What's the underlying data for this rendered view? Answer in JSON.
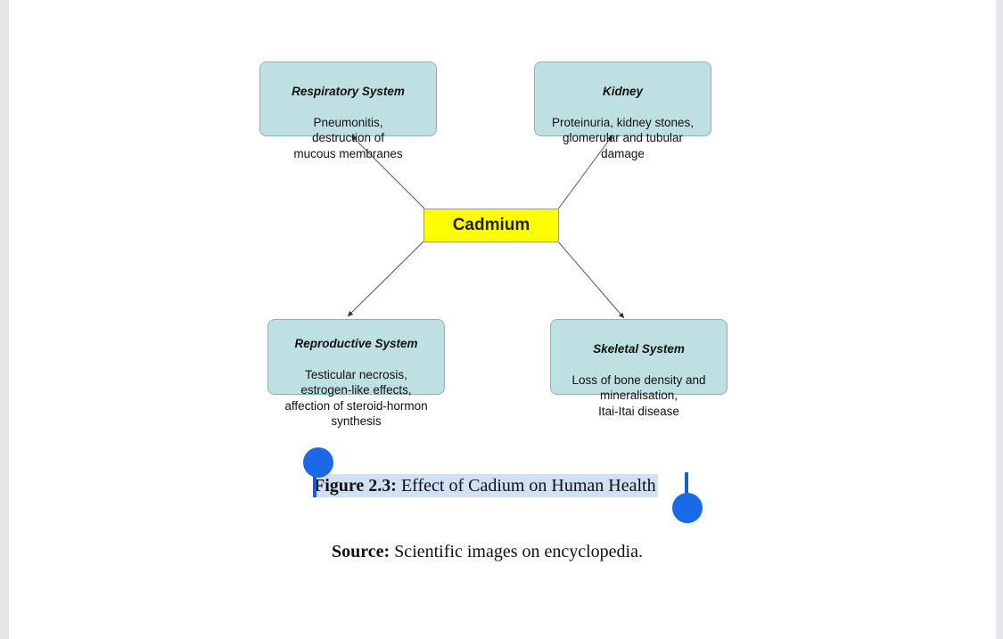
{
  "diagram": {
    "center": "Cadmium",
    "boxes": {
      "respiratory": {
        "title": "Respiratory System",
        "body": "Pneumonitis,\ndestruction of\nmucous membranes"
      },
      "kidney": {
        "title": "Kidney",
        "body": "Proteinuria, kidney stones,\nglomerular and tubular\ndamage"
      },
      "reproductive": {
        "title": "Reproductive System",
        "body": "Testicular necrosis,\nestrogen-like effects,\naffection of steroid-hormon\nsynthesis"
      },
      "skeletal": {
        "title": "Skeletal System",
        "body": "Loss of bone density and\nmineralisation,\nItai-Itai disease"
      }
    }
  },
  "caption": {
    "label": "Figure 2.3:",
    "text": " Effect of Cadium on Human Health"
  },
  "source": {
    "label": "Source:",
    "text": " Scientific images on encyclopedia."
  },
  "colors": {
    "box_fill": "#bfe0e2",
    "center_fill": "#ffff00",
    "selection_highlight": "#d2e0f4",
    "selection_handle": "#1a6ae8"
  }
}
